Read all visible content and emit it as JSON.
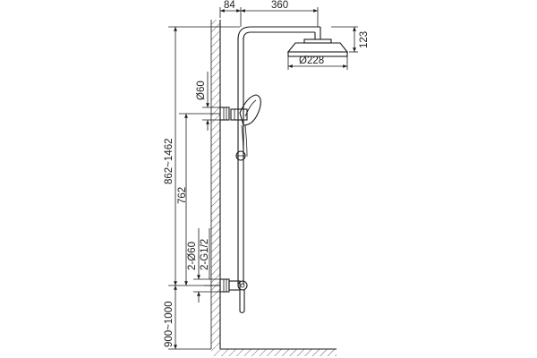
{
  "dimensions": {
    "wall_offset": "84",
    "arm_length": "360",
    "head_height": "123",
    "head_diameter": "Ø228",
    "handshower_diameter": "Ø60",
    "total_height": "862~1462",
    "bar_length": "762",
    "bottom_diameters": "2-Ø60",
    "thread": "2-G1/2",
    "floor_height": "900~1000"
  }
}
